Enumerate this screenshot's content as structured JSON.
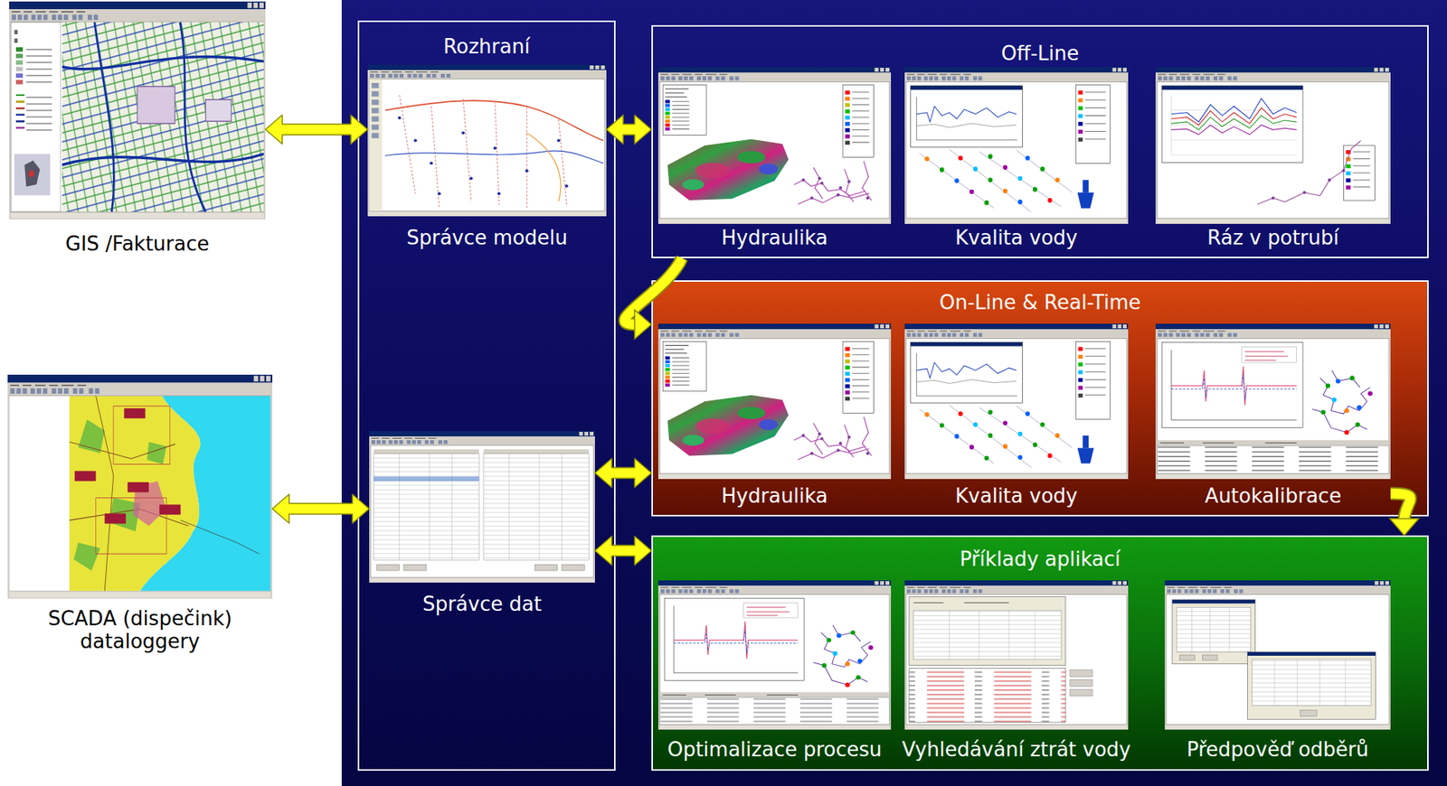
{
  "diagram": {
    "nodes": [
      {
        "text": [
          "GIS /Fakturace"
        ]
      },
      {
        "text": [
          "Rozhraní"
        ]
      },
      {
        "text": [
          "Správce modelu"
        ],
        "in": 1
      },
      {
        "text": [
          "Off-Line"
        ]
      },
      {
        "text": [
          "Hydraulika"
        ],
        "in": 3
      },
      {
        "text": [
          "Kvalita vody"
        ],
        "in": 3
      },
      {
        "text": [
          "Ráz v potrubí"
        ],
        "in": 3
      },
      {
        "text": [
          "On-Line & Real-Time"
        ]
      },
      {
        "text": [
          "Hydraulika"
        ],
        "in": 7
      },
      {
        "text": [
          "Kvalita vody"
        ],
        "in": 7
      },
      {
        "text": [
          "Autokalibrace"
        ],
        "in": 7
      },
      {
        "text": [
          "SCADA (dispečink) dataloggery"
        ]
      },
      {
        "text": [
          "Správce dat"
        ],
        "in": 1
      },
      {
        "text": [
          "Příklady aplikací"
        ]
      },
      {
        "text": [
          "Optimalizace procesu"
        ],
        "in": 13
      },
      {
        "text": [
          "Vyhledávání ztrát vody"
        ],
        "in": 13
      },
      {
        "text": [
          "Předpověď odběrů"
        ],
        "in": 13
      }
    ],
    "edges": [
      {
        "from": 0,
        "to": 2,
        "arrow": "both"
      },
      {
        "from": 2,
        "to": 3,
        "arrow": "both"
      },
      {
        "from": 3,
        "to": 7,
        "arrow": "to"
      },
      {
        "from": 10,
        "to": 13,
        "arrow": "to"
      },
      {
        "from": 11,
        "to": 12,
        "arrow": "both"
      },
      {
        "from": 12,
        "to": 7,
        "arrow": "both"
      },
      {
        "from": 12,
        "to": 13,
        "arrow": "both"
      }
    ]
  }
}
